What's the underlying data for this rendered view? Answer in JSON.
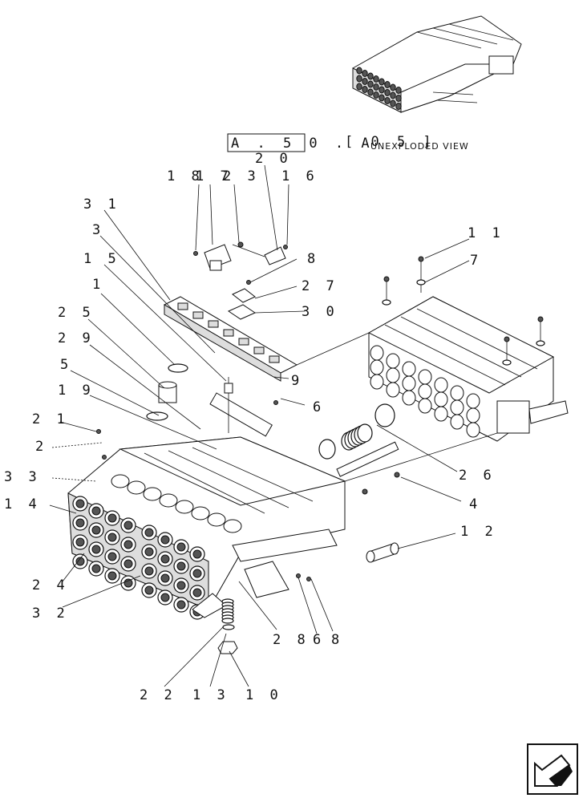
{
  "reference": {
    "section": "A . 5 0 . A",
    "page": "[ 0 5 ]"
  },
  "unexploded_caption": "UNEXPLODED VIEW",
  "callouts": [
    {
      "id": "c20",
      "text": "2 0"
    },
    {
      "id": "c18",
      "text": "1 8"
    },
    {
      "id": "c17",
      "text": "1 7"
    },
    {
      "id": "c23",
      "text": "2 3"
    },
    {
      "id": "c16",
      "text": "1 6"
    },
    {
      "id": "c31",
      "text": "3 1"
    },
    {
      "id": "c3",
      "text": "3"
    },
    {
      "id": "c15",
      "text": "1 5"
    },
    {
      "id": "c1",
      "text": "1"
    },
    {
      "id": "c25",
      "text": "2 5"
    },
    {
      "id": "c29",
      "text": "2 9"
    },
    {
      "id": "c5",
      "text": "5"
    },
    {
      "id": "c19",
      "text": "1 9"
    },
    {
      "id": "c21",
      "text": "2 1"
    },
    {
      "id": "c2",
      "text": "2"
    },
    {
      "id": "c33",
      "text": "3 3"
    },
    {
      "id": "c14",
      "text": "1 4"
    },
    {
      "id": "c24",
      "text": "2 4"
    },
    {
      "id": "c32",
      "text": "3 2"
    },
    {
      "id": "c8a",
      "text": "8"
    },
    {
      "id": "c27",
      "text": "2 7"
    },
    {
      "id": "c30",
      "text": "3 0"
    },
    {
      "id": "c11",
      "text": "1 1"
    },
    {
      "id": "c7",
      "text": "7"
    },
    {
      "id": "c9",
      "text": "9"
    },
    {
      "id": "c6a",
      "text": "6"
    },
    {
      "id": "c26",
      "text": "2 6"
    },
    {
      "id": "c4",
      "text": "4"
    },
    {
      "id": "c12",
      "text": "1 2"
    },
    {
      "id": "c28",
      "text": "2 8"
    },
    {
      "id": "c6b",
      "text": "6"
    },
    {
      "id": "c8b",
      "text": "8"
    },
    {
      "id": "c22",
      "text": "2 2"
    },
    {
      "id": "c13",
      "text": "1 3"
    },
    {
      "id": "c10",
      "text": "1 0"
    }
  ],
  "icons": {
    "corner": "previous-page-arrow-icon"
  }
}
